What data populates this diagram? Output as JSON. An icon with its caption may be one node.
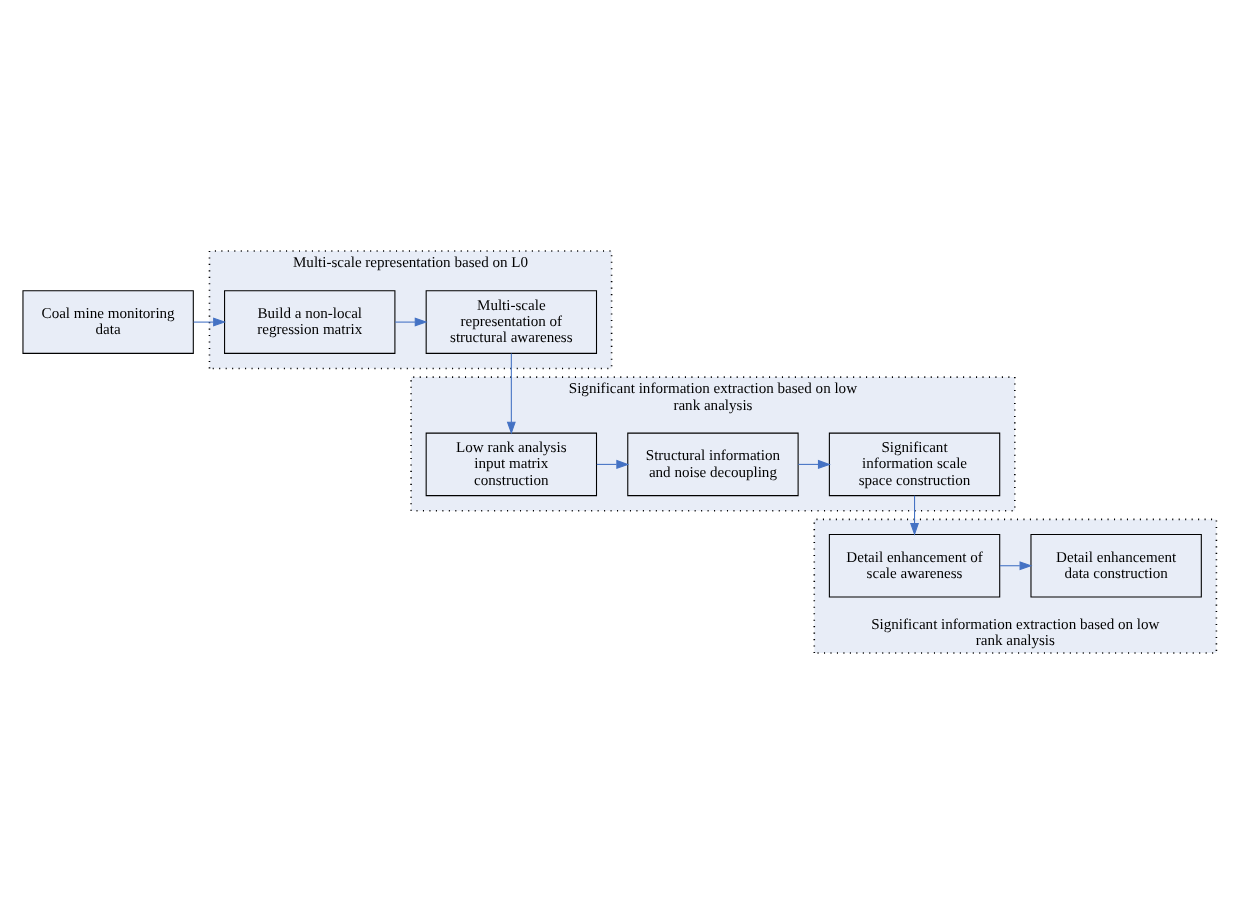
{
  "diagram": {
    "nodes": [
      {
        "text": [
          "Coal mine monitoring data"
        ]
      },
      {
        "text": [
          "Multi-scale representation based on L0"
        ]
      },
      {
        "text": [
          "Build a non-local regression matrix"
        ],
        "in": 1
      },
      {
        "text": [
          "Multi-scale representation of structural awareness"
        ],
        "in": 1
      },
      {
        "text": [
          "Significant information extraction based on low rank analysis"
        ]
      },
      {
        "text": [
          "Significant information scale space construction"
        ],
        "in": 4
      },
      {
        "text": [
          "Structural information and noise decoupling"
        ],
        "in": 4
      },
      {
        "text": [
          "Low rank analysis input matrix construction"
        ],
        "in": 4
      },
      {
        "text": [
          "Significant information extraction based on low rank analysis"
        ]
      },
      {
        "text": [
          "Detail enhancement of scale awareness"
        ],
        "in": 8
      },
      {
        "text": [
          "Detail enhancement data construction"
        ],
        "in": 8
      }
    ],
    "edges": [
      {
        "from": 0,
        "to": 2,
        "arrow": "to",
        "color": "#4472c4"
      },
      {
        "from": 2,
        "to": 3,
        "arrow": "to",
        "color": "#4472c4"
      },
      {
        "from": 3,
        "to": 7,
        "arrow": "to",
        "color": "#4472c4"
      },
      {
        "from": 7,
        "to": 6,
        "arrow": "to",
        "color": "#4472c4"
      },
      {
        "from": 6,
        "to": 5,
        "arrow": "to",
        "color": "#4472c4"
      },
      {
        "from": 5,
        "to": 9,
        "arrow": "to",
        "color": "#4472c4"
      },
      {
        "from": 9,
        "to": 10,
        "arrow": "to",
        "color": "#4472c4"
      }
    ]
  }
}
